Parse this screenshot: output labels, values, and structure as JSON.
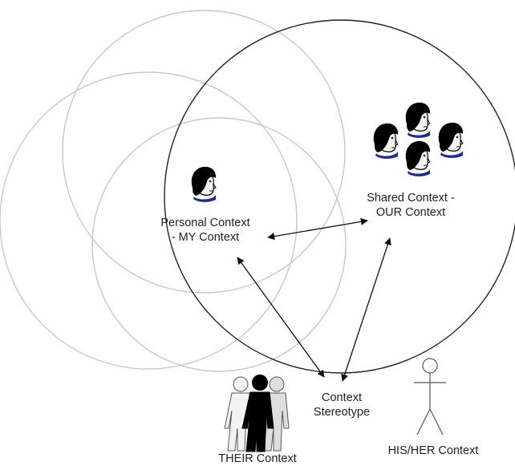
{
  "diagram": {
    "labels": {
      "personal": {
        "line1": "Personal Context",
        "line2": "- MY Context"
      },
      "shared": {
        "line1": "Shared Context -",
        "line2": "OUR Context"
      },
      "stereotype": {
        "line1": "Context",
        "line2": "Stereotype"
      },
      "their": "THEIR Context",
      "hisher": "HIS/HER Context"
    },
    "colors": {
      "faint_circle": "#c8c8c8",
      "main_circle": "#222222",
      "arrow": "#111111",
      "face_hair": "#000000",
      "face_collar": "#1f2a8c"
    },
    "icons": {
      "person_head": "person-head-icon",
      "group_silhouette": "group-silhouette-icon",
      "stick_figure": "stick-figure-icon"
    }
  }
}
